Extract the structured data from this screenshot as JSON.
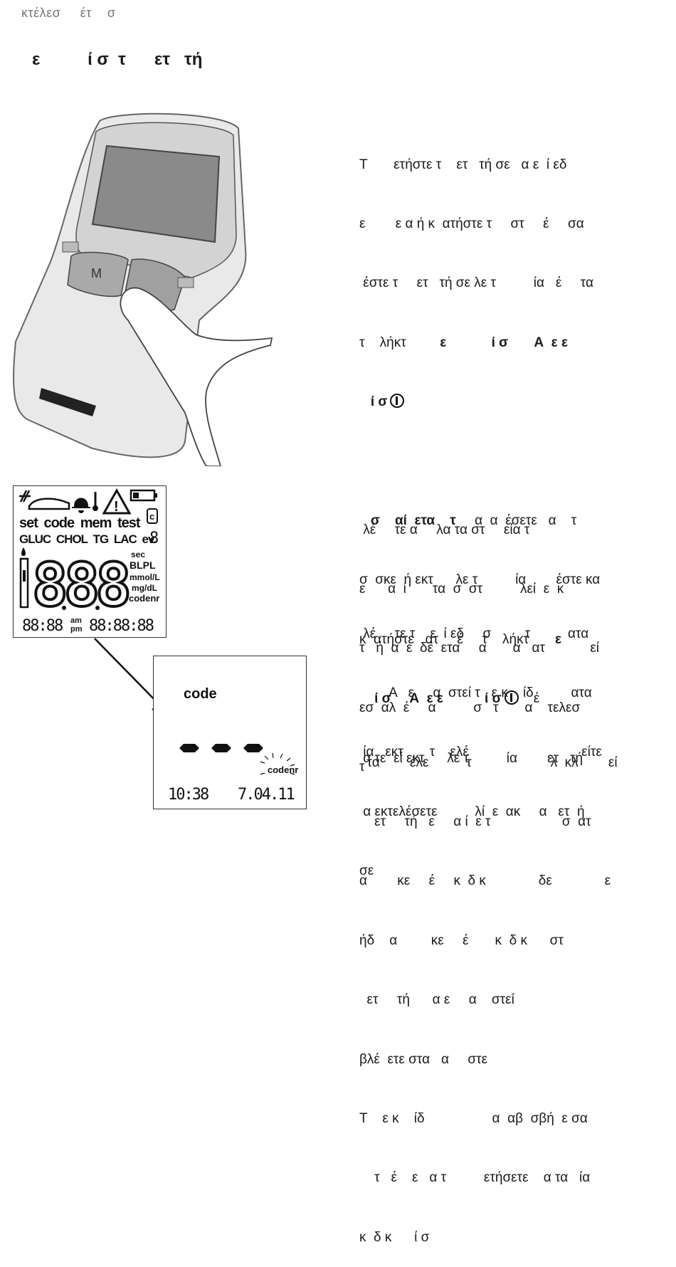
{
  "header": {
    "text": "κτέλεσ     έτ    σ"
  },
  "title": {
    "text": "ε          ί σ  τ      ετ   τή"
  },
  "section1": {
    "lines": [
      "Τ       ετήστε τ    ετ   τή σε   α ε  ί εδ",
      "ε        ε α ή κ  ατήστε τ     στ     έ     σα",
      " έστε τ     ετ   τή σε λε τ          ία   έ     τα",
      "τ    λήκτ"
    ],
    "bold_line4": "         ε            ί σ       Α  ε ε",
    "bold_line5": "   ί σ",
    "para2_bold": "   σ    αί  ετα    τ",
    "para2_l1": "     α  α  έσετε   α    τ",
    "para2_lines": [
      "σ  σκε  ή εκτ      λε τ          ία        έστε κα",
      "κ  ατήστε   ατ     έ     τ    λήκτ"
    ],
    "para2_bold3": "       ε",
    "para2_bold4": "    ί σ     Α  ε ε           ί σ",
    "para2_l4": "    έ",
    "para2_l5": " α τε  εί εκτ      λε τ          ία        ετ   τή"
  },
  "section2": {
    "p1": [
      " λέ     τε α     λα τα στ     εία τ",
      "ε      α  ί       τα  σ  στ          λεί  ε  κ",
      "τ   ή  α  ε  δέ  ετα     α       α   ατ            εί",
      "εσ  αλ  έ     α          σ   τ       α    τελεσ",
      "τ"
    ],
    "p2": [
      " λέ     τε τ    ε  ί εδ     σ         τ          ατα",
      "        Α   ε     α  στεί τ   ε κ    ίδ          ατα",
      " ία   εκτ       τ    ελέ                              είτε",
      " α εκτελέσετε          λί  ε  ακ     α   ετ  ή",
      "σε"
    ],
    "p3": [
      "  τα        έλε          τ                     λ  κλ        εί",
      "    ετ     τή   ε     α ί  ε τ                   σ  ατ",
      "α        κε     έ     κ  δ κ              δε              ε",
      "ήδ    α         κε     έ       κ  δ κ      στ",
      "  ετ     τή      α ε     α    στεί",
      "βλέ  ετε στα   α     στε",
      "Τ    ε κ    ίδ                  α  αβ  σβή  ε σα",
      "    τ   έ    ε   α τ          ετήσετε    α τα   ία",
      "κ  δ κ      ί σ"
    ]
  },
  "lcd_full": {
    "row1": [
      "set",
      "code",
      "mem",
      "test"
    ],
    "row2": [
      "GLUC",
      "CHOL",
      "TG",
      "LAC",
      "ev."
    ],
    "side_units": [
      "sec",
      "BLPL",
      "mmol/L",
      "mg/dL",
      "codenr"
    ],
    "digits": "888",
    "ev_digit": "8",
    "c_label": "c",
    "time": "88:88",
    "ampm_am": "am",
    "ampm_pm": "pm",
    "date": "88:88:88"
  },
  "lcd_code": {
    "label": "code",
    "codenr": "codenr",
    "time": "10:38",
    "date": "7.04.11"
  }
}
